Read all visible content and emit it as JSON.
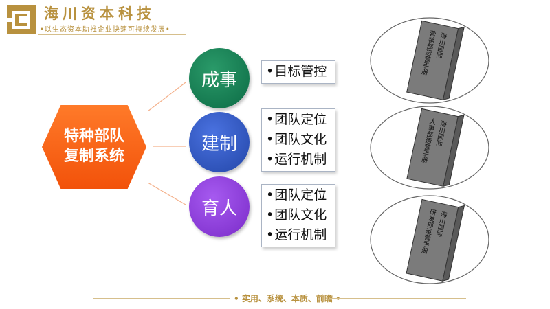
{
  "header": {
    "brand": "海川资本科技",
    "tagline": "•以生态资本助推企业快速可持续发展•"
  },
  "center": {
    "line1": "特种部队",
    "line2": "复制系统"
  },
  "branches": [
    {
      "label": "成事",
      "items": [
        "目标管控"
      ]
    },
    {
      "label": "建制",
      "items": [
        "团队定位",
        "团队文化",
        "运行机制"
      ]
    },
    {
      "label": "育人",
      "items": [
        "团队定位",
        "团队文化",
        "运行机制"
      ]
    }
  ],
  "books": [
    {
      "lines": [
        "营销部运营手册",
        "海川国际"
      ]
    },
    {
      "lines": [
        "人事部运营手册",
        "海川国际"
      ]
    },
    {
      "lines": [
        "研发部运营手册",
        "海川国际"
      ]
    }
  ],
  "footer": "• 实用、系统、本质、前瞻 •",
  "colors": {
    "gold": "#b8913e",
    "orange": "#f2520a",
    "green": "#0c6b45",
    "blue": "#2346a8",
    "purple": "#7a2bc8",
    "book_gray": "#7b7b7b"
  }
}
